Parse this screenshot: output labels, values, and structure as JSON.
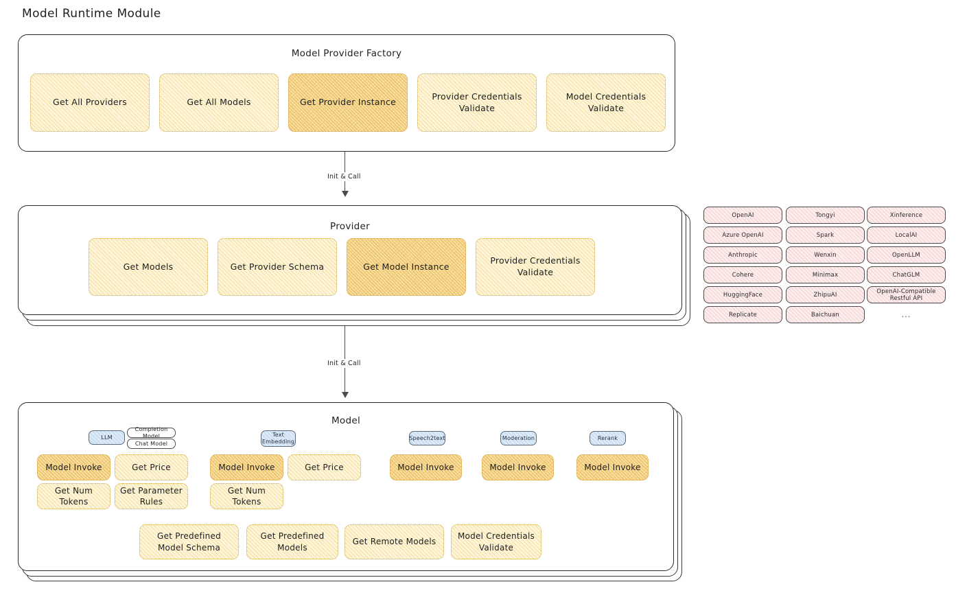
{
  "page": {
    "title": "Model Runtime Module"
  },
  "factory": {
    "title": "Model Provider Factory",
    "nodes": [
      {
        "label": "Get All Providers",
        "highlight": false
      },
      {
        "label": "Get All Models",
        "highlight": false
      },
      {
        "label": "Get Provider Instance",
        "highlight": true
      },
      {
        "label": "Provider Credentials Validate",
        "highlight": false
      },
      {
        "label": "Model Credentials Validate",
        "highlight": false
      }
    ]
  },
  "connectors": [
    {
      "label": "Init & Call"
    },
    {
      "label": "Init & Call"
    }
  ],
  "provider": {
    "title": "Provider",
    "nodes": [
      {
        "label": "Get Models",
        "highlight": false
      },
      {
        "label": "Get Provider Schema",
        "highlight": false
      },
      {
        "label": "Get Model Instance",
        "highlight": true
      },
      {
        "label": "Provider Credentials Validate",
        "highlight": false
      }
    ]
  },
  "provider_list": {
    "columns": [
      {
        "items": [
          "OpenAI",
          "Azure OpenAI",
          "Anthropic",
          "Cohere",
          "HuggingFace",
          "Replicate"
        ],
        "ellipsis": false
      },
      {
        "items": [
          "Tongyi",
          "Spark",
          "Wenxin",
          "Minimax",
          "ZhipuAI",
          "Baichuan"
        ],
        "ellipsis": false
      },
      {
        "items": [
          "Xinference",
          "LocalAI",
          "OpenLLM",
          "ChatGLM",
          "OpenAI-Compatible Restful API"
        ],
        "ellipsis": true
      }
    ],
    "ellipsis_label": "..."
  },
  "model": {
    "title": "Model",
    "overflow_label": "...",
    "types": [
      {
        "badge": "LLM",
        "sub_badges": [
          "Completion Model",
          "Chat Model"
        ],
        "nodes": [
          {
            "label": "Model Invoke",
            "highlight": true
          },
          {
            "label": "Get Price",
            "highlight": false
          },
          {
            "label": "Get Num Tokens",
            "highlight": false
          },
          {
            "label": "Get Parameter Rules",
            "highlight": false
          }
        ]
      },
      {
        "badge": "Text Embedding",
        "sub_badges": [],
        "nodes": [
          {
            "label": "Model Invoke",
            "highlight": true
          },
          {
            "label": "Get Price",
            "highlight": false
          },
          {
            "label": "Get Num Tokens",
            "highlight": false
          }
        ]
      },
      {
        "badge": "Speech2text",
        "sub_badges": [],
        "nodes": [
          {
            "label": "Model Invoke",
            "highlight": true
          }
        ]
      },
      {
        "badge": "Moderation",
        "sub_badges": [],
        "nodes": [
          {
            "label": "Model Invoke",
            "highlight": true
          }
        ]
      },
      {
        "badge": "Rerank",
        "sub_badges": [],
        "nodes": [
          {
            "label": "Model Invoke",
            "highlight": true
          }
        ]
      }
    ],
    "common_nodes": [
      {
        "label": "Get Predefined Model Schema"
      },
      {
        "label": "Get Predefined Models"
      },
      {
        "label": "Get Remote Models"
      },
      {
        "label": "Model Credentials Validate"
      }
    ]
  },
  "colors": {
    "node_fill": "#fdf6dd",
    "node_fill_highlight": "#f9dfa4",
    "node_border": "#cfa93f",
    "badge_fill": "#ddeaf7",
    "provider_tag_fill": "#fdeeee",
    "panel_border": "#2b2b2b",
    "text": "#1e1e1e"
  }
}
